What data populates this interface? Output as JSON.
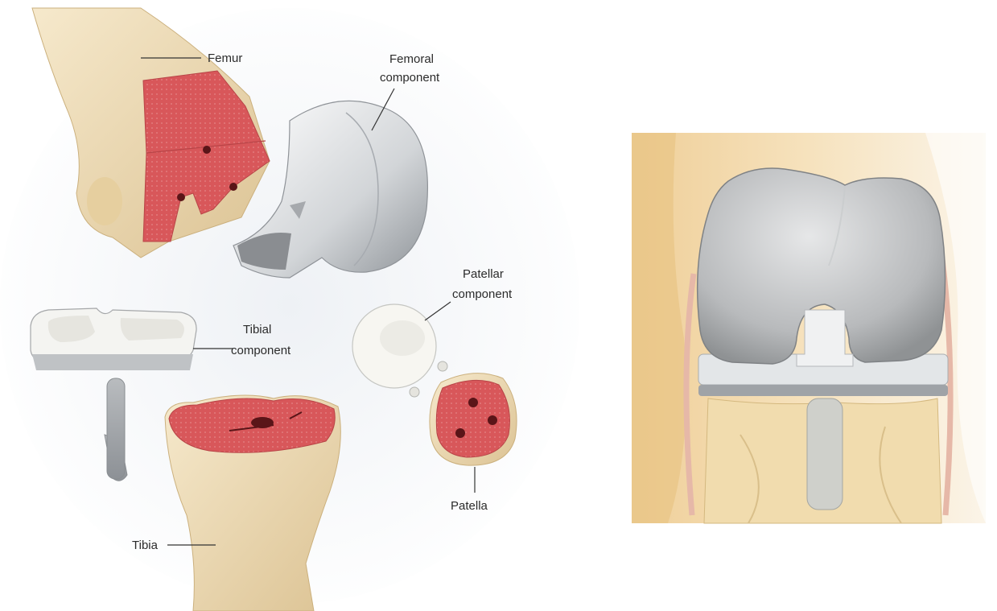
{
  "left_panel": {
    "labels": {
      "femur": "Femur",
      "femoral_component_line1": "Femoral",
      "femoral_component_line2": "component",
      "patellar_component_line1": "Patellar",
      "patellar_component_line2": "component",
      "tibial_component_line1": "Tibial",
      "tibial_component_line2": "component",
      "patella": "Patella",
      "tibia": "Tibia"
    }
  },
  "colors": {
    "bone": "#f1dfb9",
    "bone_shadow": "#d9c08f",
    "cut_surface": "#d9595c",
    "metal": "#d4d6d8",
    "metal_dark": "#9a9ea3",
    "polyethylene": "#f3f3f0",
    "background_glow": "#eceff4"
  }
}
